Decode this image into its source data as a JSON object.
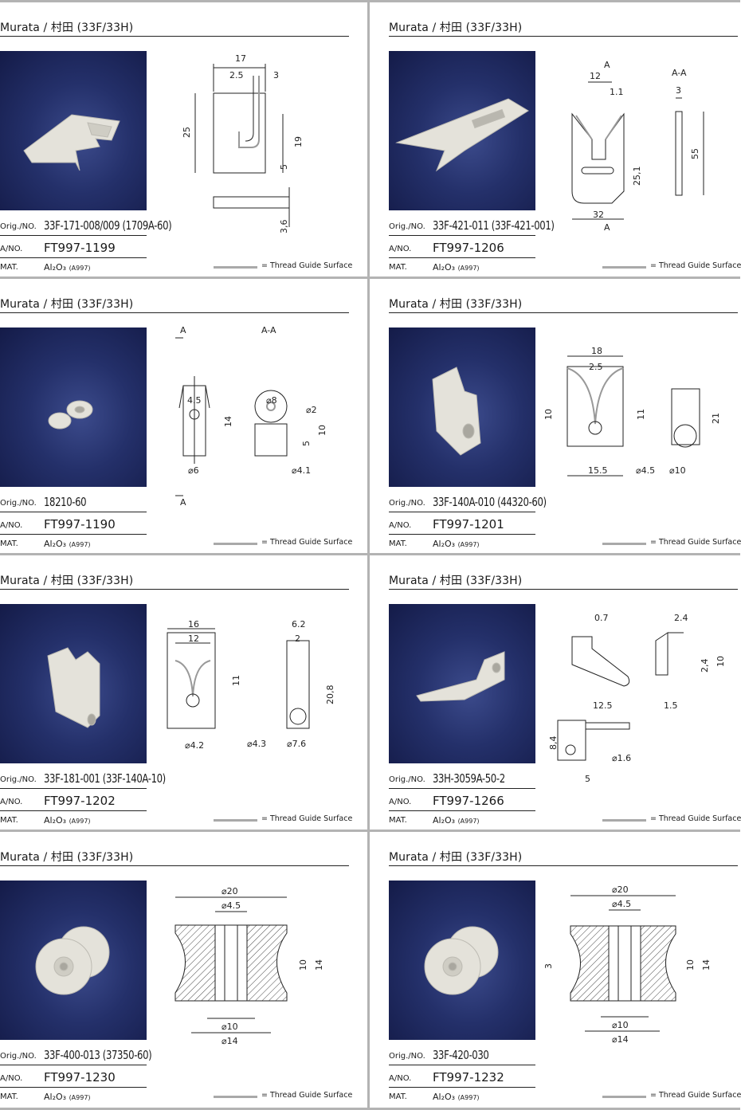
{
  "legend_text": "= Thread Guide Surface",
  "labels": {
    "orig": "Orig./NO.",
    "ano": "A/NO.",
    "mat": "MAT."
  },
  "cards": [
    {
      "title": "Murata / 村田 (33F/33H)",
      "orig_no": "33F-171-008/009 (1709A-60)",
      "a_no": "FT997-1199",
      "mat": "Al₂O₃",
      "mat_grade": "(A997)",
      "dims": [
        "17",
        "2.5",
        "3",
        "25",
        "19",
        "5",
        "3,6"
      ]
    },
    {
      "title": "Murata / 村田 (33F/33H)",
      "orig_no": "33F-421-011 (33F-421-001)",
      "a_no": "FT997-1206",
      "mat": "Al₂O₃",
      "mat_grade": "(A997)",
      "dims": [
        "A",
        "12",
        "1.1",
        "25,1",
        "32",
        "A",
        "A-A",
        "3",
        "55"
      ]
    },
    {
      "title": "Murata / 村田 (33F/33H)",
      "orig_no": "18210-60",
      "a_no": "FT997-1190",
      "mat": "Al₂O₃",
      "mat_grade": "(A997)",
      "dims": [
        "A",
        "4.5",
        "14",
        "⌀6",
        "A",
        "A-A",
        "⌀8",
        "⌀2",
        "10",
        "5",
        "⌀4.1"
      ]
    },
    {
      "title": "Murata / 村田 (33F/33H)",
      "orig_no": "33F-140A-010 (44320-60)",
      "a_no": "FT997-1201",
      "mat": "Al₂O₃",
      "mat_grade": "(A997)",
      "dims": [
        "18",
        "2.5",
        "10",
        "11",
        "15.5",
        "⌀4.5",
        "⌀10",
        "21"
      ]
    },
    {
      "title": "Murata / 村田 (33F/33H)",
      "orig_no": "33F-181-001 (33F-140A-10)",
      "a_no": "FT997-1202",
      "mat": "Al₂O₃",
      "mat_grade": "(A997)",
      "dims": [
        "16",
        "12",
        "11",
        "⌀4.2",
        "6.2",
        "2",
        "20,8",
        "⌀4.3",
        "⌀7.6"
      ]
    },
    {
      "title": "Murata / 村田 (33F/33H)",
      "orig_no": "33H-3059A-50-2",
      "a_no": "FT997-1266",
      "mat": "Al₂O₃",
      "mat_grade": "(A997)",
      "dims": [
        "0.7",
        "2.4",
        "2,4",
        "10",
        "12.5",
        "1.5",
        "8,4",
        "⌀1.6",
        "5"
      ]
    },
    {
      "title": "Murata / 村田 (33F/33H)",
      "orig_no": "33F-400-013 (37350-60)",
      "a_no": "FT997-1230",
      "mat": "Al₂O₃",
      "mat_grade": "(A997)",
      "dims": [
        "⌀20",
        "⌀4.5",
        "10",
        "14",
        "⌀10",
        "⌀14"
      ]
    },
    {
      "title": "Murata / 村田 (33F/33H)",
      "orig_no": "33F-420-030",
      "a_no": "FT997-1232",
      "mat": "Al₂O₃",
      "mat_grade": "(A997)",
      "dims": [
        "⌀20",
        "⌀4.5",
        "3",
        "10",
        "14",
        "⌀10",
        "⌀14"
      ]
    }
  ]
}
